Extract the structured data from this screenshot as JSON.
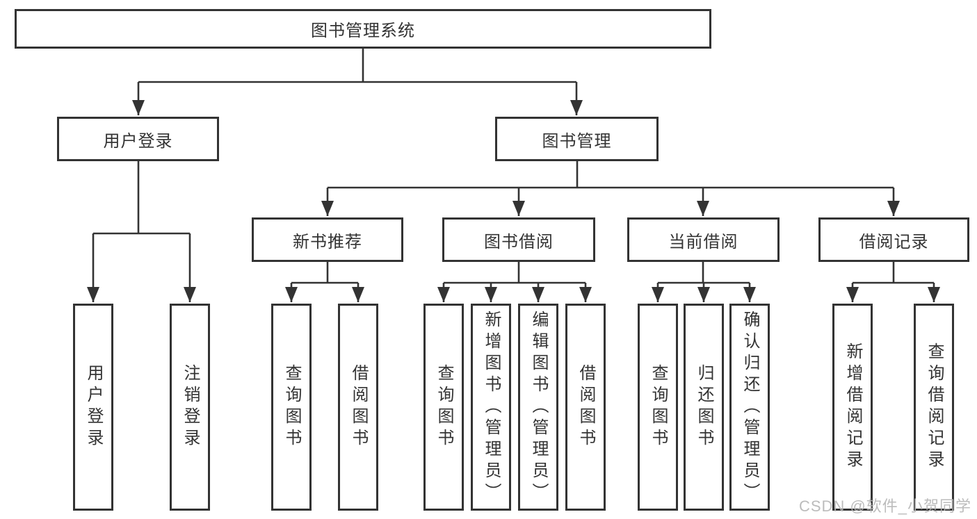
{
  "diagram": {
    "root": "图书管理系统",
    "level2": [
      "用户登录",
      "图书管理"
    ],
    "level3": [
      "新书推荐",
      "图书借阅",
      "当前借阅",
      "借阅记录"
    ],
    "leaves": {
      "user_login": [
        "用户登录",
        "注销登录"
      ],
      "new_book_recommend": [
        "查询图书",
        "借阅图书"
      ],
      "book_borrow": [
        "查询图书",
        "新增图书（管理员）",
        "编辑图书（管理员）",
        "借阅图书"
      ],
      "current_borrow": [
        "查询图书",
        "归还图书",
        "确认归还（管理员）"
      ],
      "borrow_record": [
        "新增借阅记录",
        "查询借阅记录"
      ]
    }
  },
  "watermark": "CSDN @软件_小贺同学",
  "colors": {
    "line": "#333333",
    "box_border": "#333333",
    "box_fill": "#ffffff",
    "text": "#333333",
    "watermark": "#b5b5b5",
    "background": "#ffffff"
  }
}
